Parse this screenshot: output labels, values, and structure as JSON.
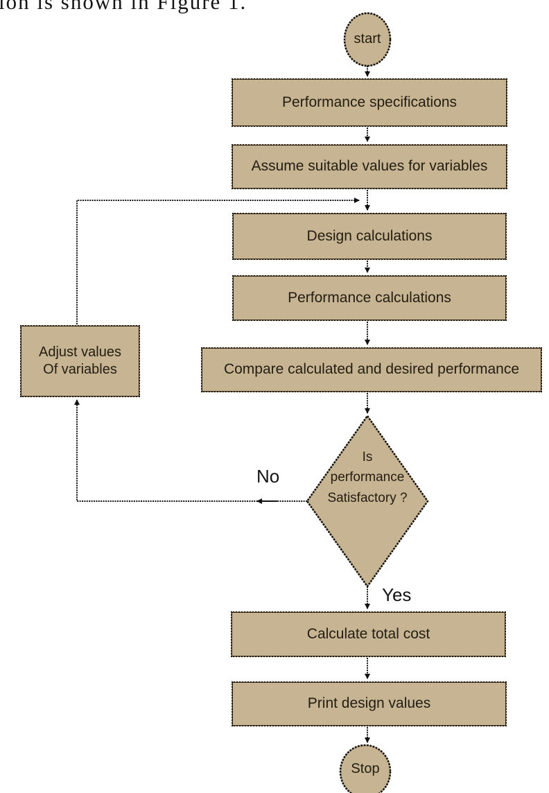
{
  "caption": {
    "fragment": "ion is shown in Figure 1."
  },
  "colors": {
    "node_fill": "#c6b492",
    "node_border": "#17130b",
    "connector": "#111111",
    "text": "#231d12",
    "background": "#ffffff"
  },
  "flowchart": {
    "start": {
      "label": "start"
    },
    "box_performance_specifications": {
      "label": "Performance specifications"
    },
    "box_assume_values": {
      "label": "Assume suitable values for variables"
    },
    "box_design_calculations": {
      "label": "Design calculations"
    },
    "box_performance_calculations": {
      "label": "Performance calculations"
    },
    "box_compare_performance": {
      "label": "Compare calculated and desired performance"
    },
    "box_adjust_values": {
      "line1": "Adjust values",
      "line2": "Of variables"
    },
    "decision": {
      "line1": "Is",
      "line2": "performance",
      "line3": "Satisfactory ?"
    },
    "edge_labels": {
      "no": "No",
      "yes": "Yes"
    },
    "box_calculate_total_cost": {
      "label": "Calculate total cost"
    },
    "box_print_design_values": {
      "label": "Print design values"
    },
    "stop": {
      "label": "Stop"
    }
  }
}
